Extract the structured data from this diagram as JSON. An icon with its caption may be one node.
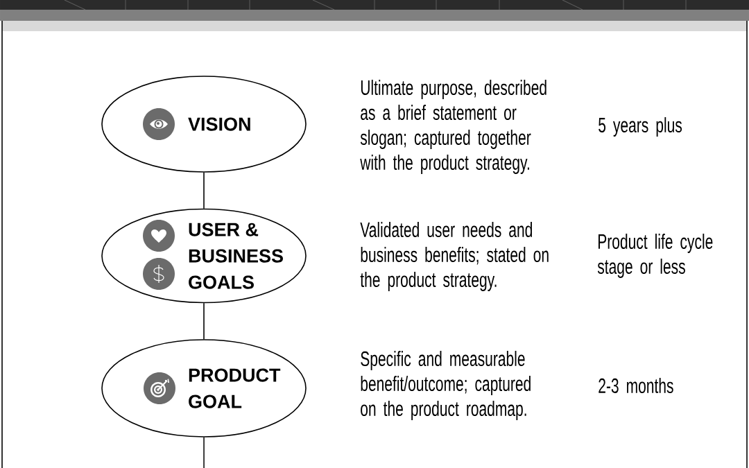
{
  "diagram": {
    "nodes": [
      {
        "text": [
          "VISION"
        ],
        "beside": [
          "Ultimate purpose, described as a brief statement or slogan; captured together with the product strategy.",
          "5 years plus"
        ]
      },
      {
        "text": [
          "USER & BUSINESS GOALS"
        ],
        "beside": [
          "Validated user needs and business benefits; stated on the product strategy.",
          "Product life cycle stage or less"
        ]
      },
      {
        "text": [
          "PRODUCT GOAL"
        ],
        "beside": [
          "Specific and measurable benefit/outcome; captured on the product roadmap.",
          "2-3 months"
        ]
      }
    ],
    "edges": [
      {
        "from": 0,
        "to": 1,
        "arrow": "none"
      },
      {
        "from": 1,
        "to": 2,
        "arrow": "none"
      },
      {
        "from": 2,
        "to": null,
        "arrow": "none"
      }
    ]
  }
}
